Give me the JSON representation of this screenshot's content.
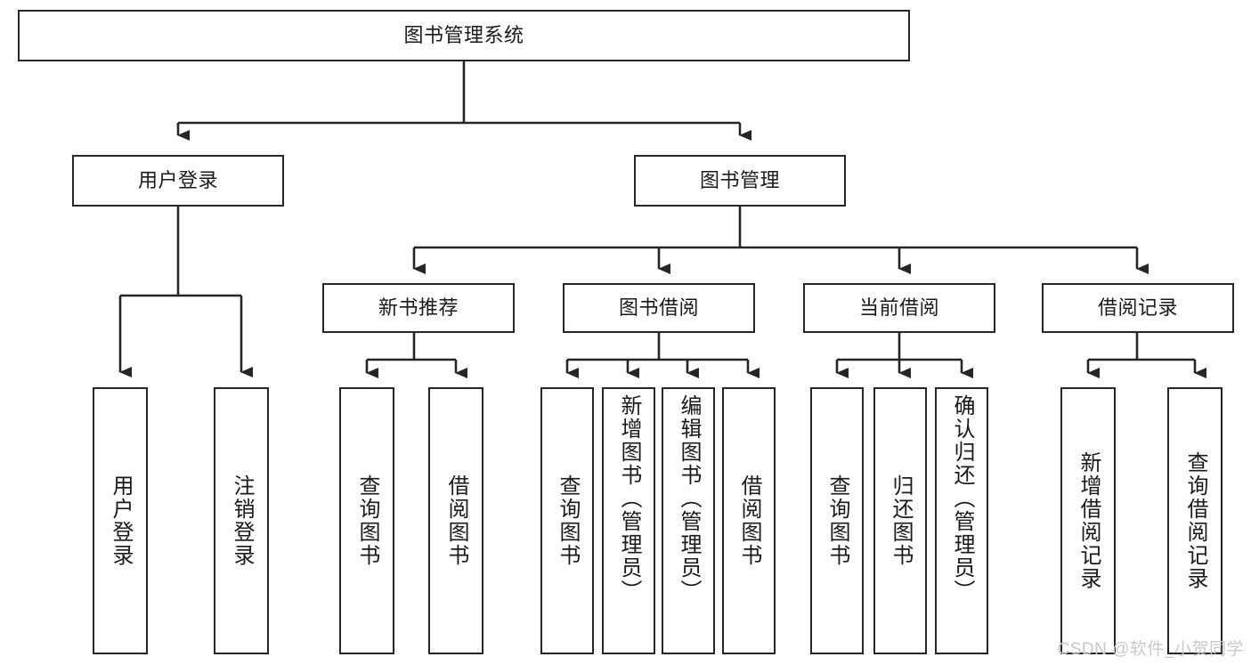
{
  "diagram": {
    "title": "图书管理系统",
    "type": "tree",
    "root": {
      "id": "root",
      "label": "图书管理系统"
    },
    "level1": [
      {
        "id": "user-login",
        "label": "用户登录"
      },
      {
        "id": "book-manage",
        "label": "图书管理"
      }
    ],
    "level2": [
      {
        "id": "new-book-rec",
        "label": "新书推荐",
        "parent": "book-manage"
      },
      {
        "id": "book-borrow",
        "label": "图书借阅",
        "parent": "book-manage"
      },
      {
        "id": "current-borrow",
        "label": "当前借阅",
        "parent": "book-manage"
      },
      {
        "id": "borrow-record",
        "label": "借阅记录",
        "parent": "book-manage"
      }
    ],
    "leaves": [
      {
        "id": "leaf-user-login",
        "label": "用户登录",
        "parent": "user-login"
      },
      {
        "id": "leaf-logout-login",
        "label": "注销登录",
        "parent": "user-login"
      },
      {
        "id": "leaf-query-book-1",
        "label": "查询图书",
        "parent": "new-book-rec"
      },
      {
        "id": "leaf-borrow-book-1",
        "label": "借阅图书",
        "parent": "new-book-rec"
      },
      {
        "id": "leaf-query-book-2",
        "label": "查询图书",
        "parent": "book-borrow"
      },
      {
        "id": "leaf-add-book",
        "label": "新增图书（管理员）",
        "parent": "book-borrow"
      },
      {
        "id": "leaf-edit-book",
        "label": "编辑图书（管理员）",
        "parent": "book-borrow"
      },
      {
        "id": "leaf-borrow-book-2",
        "label": "借阅图书",
        "parent": "book-borrow"
      },
      {
        "id": "leaf-query-book-3",
        "label": "查询图书",
        "parent": "current-borrow"
      },
      {
        "id": "leaf-return-book",
        "label": "归还图书",
        "parent": "current-borrow"
      },
      {
        "id": "leaf-confirm-return",
        "label": "确认归还（管理员）",
        "parent": "current-borrow"
      },
      {
        "id": "leaf-add-record",
        "label": "新增借阅记录",
        "parent": "borrow-record"
      },
      {
        "id": "leaf-query-record",
        "label": "查询借阅记录",
        "parent": "borrow-record"
      }
    ],
    "colors": {
      "stroke": "#262626",
      "box_fill": "#ffffff",
      "text": "#1a1a1a",
      "background": "#ffffff",
      "watermark": "#c9c9c9"
    }
  },
  "watermark": {
    "text": "CSDN @软件_小贺同学"
  }
}
